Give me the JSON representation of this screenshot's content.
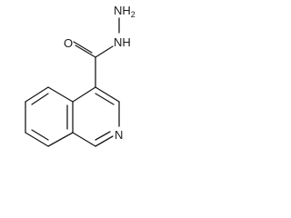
{
  "molecule": {
    "atoms": {
      "amine": {
        "element": "N",
        "hydrogens": "H",
        "subscript": "2"
      },
      "hydrazide_n": {
        "element": "N",
        "hydrogens": "H"
      },
      "carbonyl_o": {
        "element": "O"
      },
      "ring_n": {
        "element": "N"
      }
    }
  }
}
